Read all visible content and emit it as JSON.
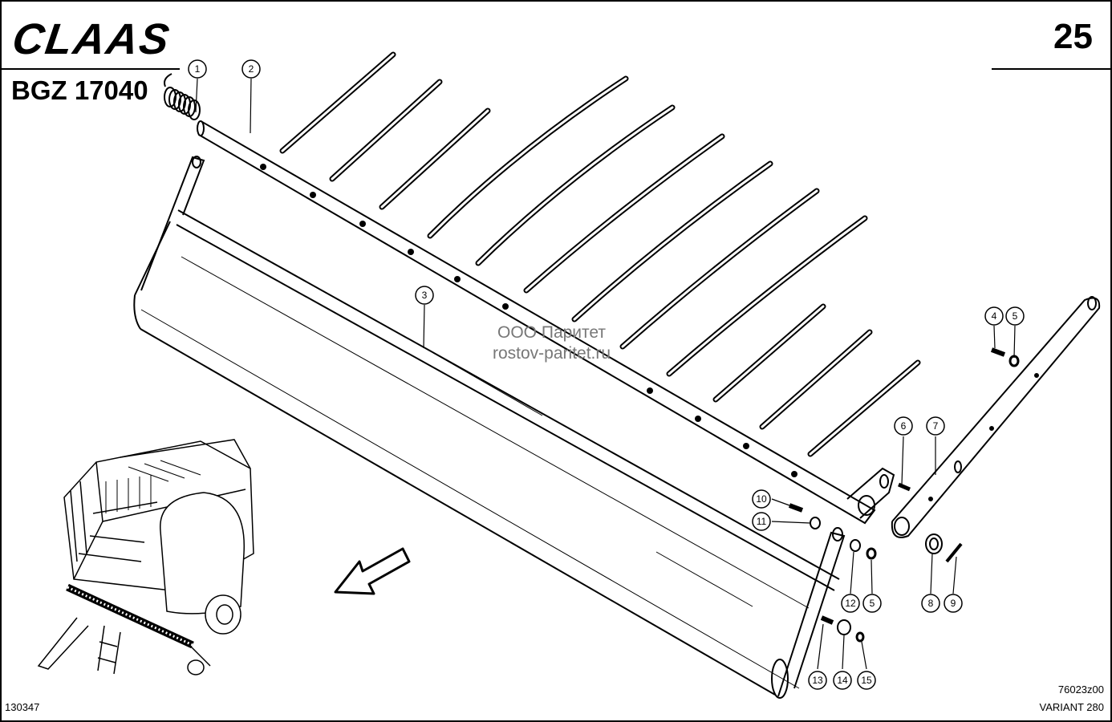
{
  "header": {
    "brand": "CLAAS",
    "page_number": "25",
    "group_code": "BGZ 17040"
  },
  "watermark": {
    "line1": "ООО Паритет",
    "line2": "rostov-paritet.ru"
  },
  "footer": {
    "left_code": "130347",
    "drawing_number": "76023z00",
    "model": "VARIANT 280"
  },
  "callouts": {
    "c1": "1",
    "c2": "2",
    "c3": "3",
    "c4": "4",
    "c5a": "5",
    "c6": "6",
    "c7": "7",
    "c8": "8",
    "c9": "9",
    "c10": "10",
    "c11": "11",
    "c12": "12",
    "c5b": "5",
    "c13": "13",
    "c14": "14",
    "c15": "15"
  },
  "icons": {
    "direction": "arrow-down-left-icon",
    "machine": "round-baler-icon"
  }
}
